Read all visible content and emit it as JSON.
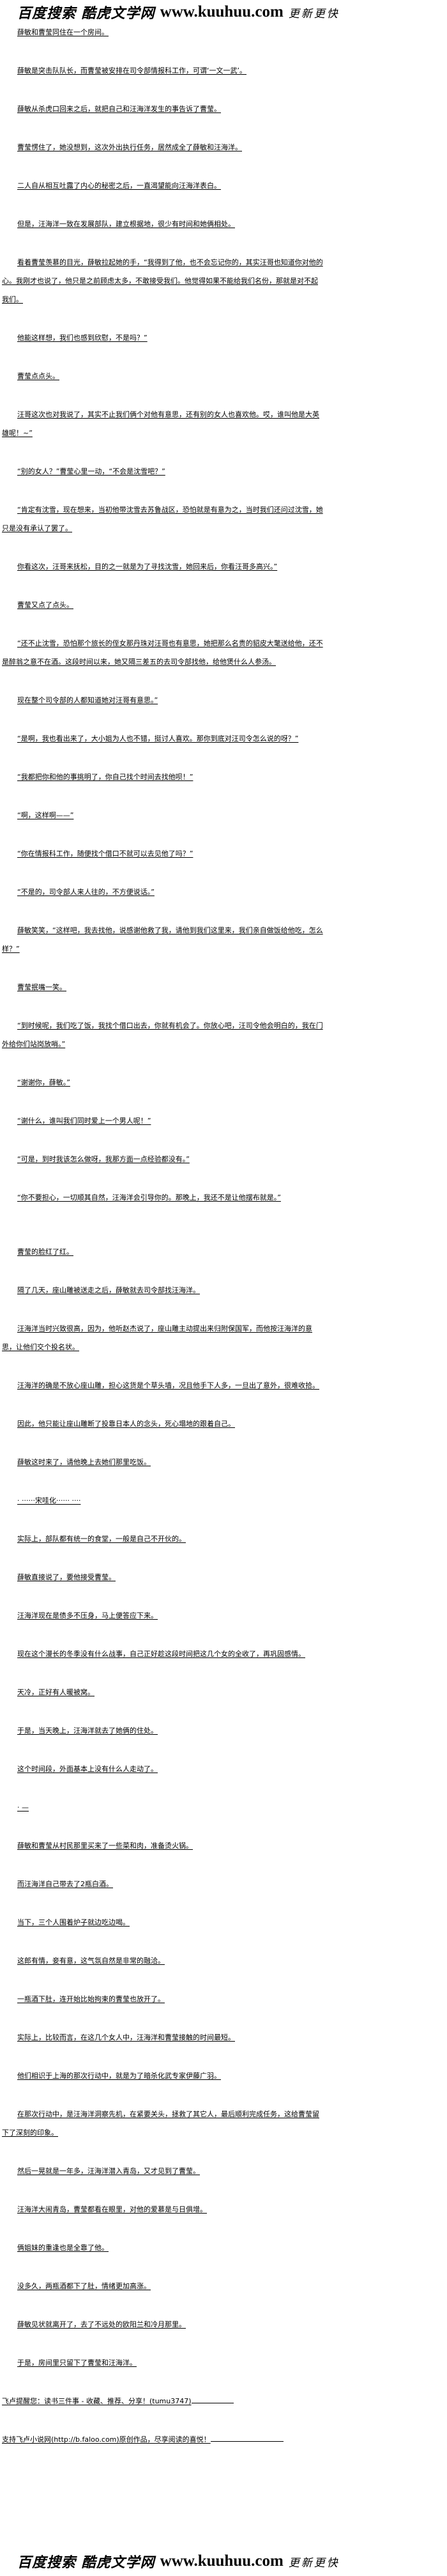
{
  "header": {
    "logo_cn": "百度搜索 酷虎文学网",
    "logo_url": "www.kuuhuu.com",
    "logo_slogan": "更新更快"
  },
  "paragraphs": [
    "薛敏和曹莹同住在一个房间。",
    "薛敏是突击队队长，而曹莹被安排在司令部情报科工作，可谓‘一文一武’。",
    "薛敏从杀虎口回来之后，就把自己和汪海洋发生的事告诉了曹莹。",
    "曹莹愣住了，她没想到，这次外出执行任务，居然成全了薛敏和汪海洋。",
    "二人自从相互吐露了内心的秘密之后，一直渴望能向汪海洋表白。",
    "但是，汪海洋一致在发展部队，建立根据地，很少有时间和她俩相处。",
    "看着曹莹羡慕的目光，薛敏拉起她的手，“我得到了他，也不会忘记你的，其实汪哥也知道你对他的心。我刚才也说了，他只是之前顾虑太多，不敢接受我们。他觉得如果不能给我们名份，那就是对不起我们。",
    "他能这样想，我们也感到欣慰，不是吗？”",
    "曹莹点点头。",
    "汪哥这次也对我说了，其实不止我们俩个对他有意思，还有别的女人也喜欢他。哎，谁叫他是大英雄呢！~”",
    "“别的女人？”曹莹心里一动，“不会是沈雪吧？”",
    "“肯定有沈雪，现在想来，当初他带沈雪去苏鲁战区，恐怕就是有意为之，当时我们还问过沈雪，她只是没有承认了罢了。",
    "你看这次，汪哥来抚松，目的之一就是为了寻找沈雪，她回来后，你看汪哥多高兴。”",
    "曹莹又点了点头。",
    "“还不止沈雪，恐怕那个旅长的侄女那丹珠对汪哥也有意思，她把那么名贵的貂皮大氅送给他，还不是醉翁之意不在酒。这段时间以来，她又隔三差五的去司令部找他，给他煲什么人参汤。",
    "现在整个司令部的人都知道她对汪哥有意思。”",
    "“是啊，我也看出来了，大小姐为人也不错，挺讨人喜欢。那你到底对汪司令怎么说的呀？”",
    "“我都把你和他的事挑明了，你自己找个时间去找他呗！”",
    "“啊，这样啊——”",
    "“你在情报科工作，随便找个借口不就可以去见他了吗？”",
    "“不是的，司令部人来人往的，不方便说话。”",
    "薛敏笑笑，“这样吧，我去找他，说感谢他救了我，请他到我们这里来，我们亲自做饭给他吃，怎么样？”",
    "曹莹抿嘴一笑。",
    "“到时候呢，我们吃了饭，我找个借口出去，你就有机会了。你放心吧，汪司令他会明白的，我在门外给你们站岗放哨。”",
    "“谢谢你，薛敏。”",
    "“谢什么，谁叫我们同时爱上一个男人呢！”",
    "“可是，到时我该怎么做呀，我那方面一点经验都没有。”",
    "“你不要担心，一切顺其自然，汪海洋会引导你的。那晚上，我还不是让他摆布就是。”",
    "曹莹的脸红了红。",
    "隔了几天，座山雕被送走之后，薛敏就去司令部找汪海洋。",
    "汪海洋当时兴致很高，因为，他听赵杰说了，座山雕主动提出来归附保国军，而他按汪海洋的意思，让他们交个投名状。",
    "汪海洋的确是不放心座山雕，担心这货是个草头墙，况且他手下人多，一旦出了意外，很难收拾。",
    "因此，他只能让座山雕断了投靠日本人的念头，死心塌地的跟着自己。",
    "薛敏这时来了，请他晚上去她们那里吃饭。",
    "·  ······宋哇化······ ····",
    "实际上，部队都有统一的食堂，一般是自己不开伙的。",
    "薛敏直接说了，要他接受曹莹。",
    "汪海洋现在是债多不压身，马上便答应下来。",
    "现在这个漫长的冬季没有什么战事，自己正好趁这段时间把这几个女的全收了，再巩固感情。",
    "天冷，正好有人暖被窝。",
    "于是，当天晚上，汪海洋就去了她俩的住处。",
    "这个时间段，外面基本上没有什么人走动了。",
    "·  —",
    "薛敏和曹莹从村民那里买来了一些菜和肉，准备烫火锅。",
    "而汪海洋自己带去了2瓶白酒。",
    "当下，三个人围着炉子就边吃边喝。",
    "这郎有情，妾有意，这气氛自然是非常的融洽。",
    "一瓶酒下肚，连开始比始拘束的曹莹也放开了。",
    "实际上，比较而言，在这几个女人中，汪海洋和曹莹接触的时间最短。",
    "他们相识于上海的那次行动中，就是为了暗杀化武专家伊藤广羽。",
    "在那次行动中，是汪海洋洞察先机，在紧要关头，拯救了其它人，最后顺利完成任务，这给曹莹留下了深刻的印象。",
    "然后一晃就是一年多，汪海洋潜入青岛，又才见到了曹莹。",
    "汪海洋大闹青岛，曹莹都看在眼里，对他的爱慕是与日俱增。",
    "俩姐妹的重逢也是全靠了他。",
    "没多久，两瓶酒都下了肚，情绪更加高涨。",
    "薛敏见状就离开了，去了不远处的欧阳兰和冷月那里。",
    "于是，房间里只留下了曹莹和汪海洋。"
  ],
  "footer": {
    "reminder": "飞卢提醒您：读书三件事 - 收藏、推荐、分享！(tumu3747)",
    "support": "支持飞卢小说网(http://b.faloo.com)原创作品，尽享阅读的喜悦！"
  }
}
